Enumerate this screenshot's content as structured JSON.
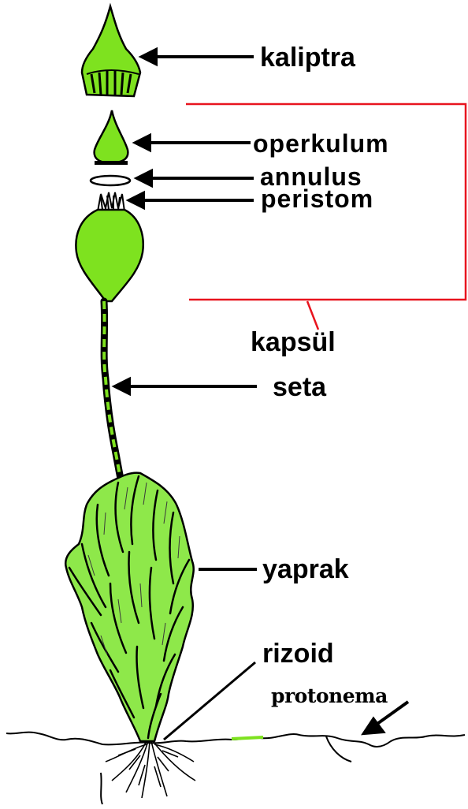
{
  "labels": {
    "kaliptra": "kaliptra",
    "operkulum": "operkulum",
    "annulus": "annulus",
    "peristom": "peristom",
    "kapsul": "kapsül",
    "seta": "seta",
    "yaprak": "yaprak",
    "rizoid": "rizoid",
    "protonema": "protonema"
  },
  "colors": {
    "plant_green": "#7ee21f",
    "leaf_green": "#8ee84a",
    "outline": "#000000",
    "bracket": "#e8141e",
    "background": "#ffffff"
  }
}
